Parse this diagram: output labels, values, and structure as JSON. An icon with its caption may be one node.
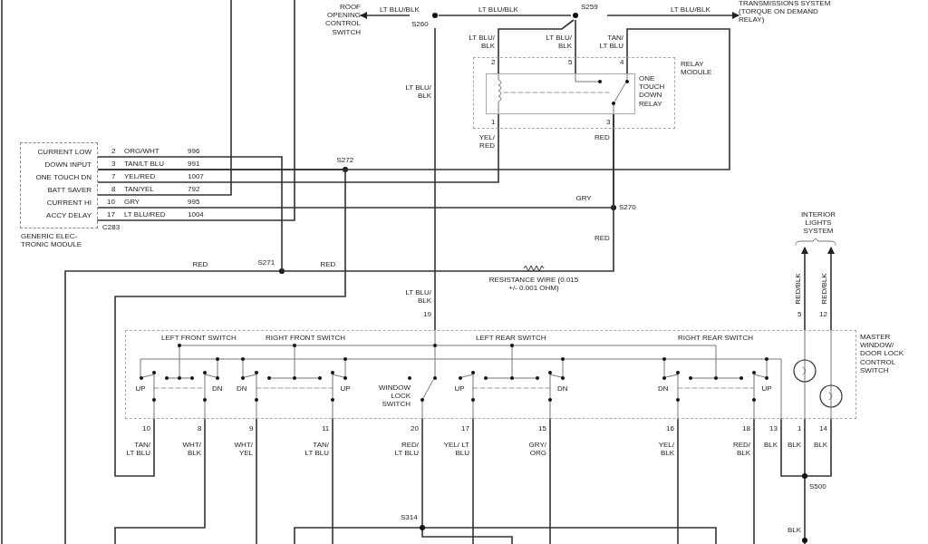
{
  "diagram": {
    "nodes": [
      {
        "text": [
          "CURRENT LOW",
          "DOWN INPUT",
          "ONE TOUCH DN",
          "BATT SAVER",
          "CURRENT HI",
          "ACCY DELAY",
          "GENERIC ELEC- TRONIC MODULE"
        ]
      },
      {
        "text": [
          "ROOF OPENING CONTROL SWITCH"
        ]
      },
      {
        "text": [
          "TRANSMISSIONS SYSTEM (TORQUE ON DEMAND RELAY)"
        ]
      },
      {
        "text": [
          "RELAY MODULE"
        ]
      },
      {
        "text": [
          "ONE TOUCH DOWN RELAY"
        ],
        "in": 3
      },
      {
        "text": [
          "INTERIOR LIGHTS SYSTEM"
        ]
      },
      {
        "text": [
          "LEFT FRONT SWITCH",
          "RIGHT FRONT SWITCH",
          "LEFT REAR SWITCH",
          "RIGHT REAR SWITCH",
          "MASTER WINDOW/ DOOR LOCK CONTROL SWITCH",
          "WINDOW LOCK SWITCH"
        ]
      },
      {
        "text": [
          "S260"
        ]
      },
      {
        "text": [
          "S259"
        ]
      }
    ],
    "edges": [
      {
        "from": 7,
        "to": 1,
        "arrow": "to",
        "label": "LT BLU/BLK"
      },
      {
        "from": 8,
        "to": 2,
        "arrow": "to",
        "label": "LT BLU/BLK"
      },
      {
        "from": 6,
        "to": 5,
        "arrow": "to",
        "label": "RED/BLK"
      },
      {
        "from": 6,
        "to": 5,
        "arrow": "to",
        "label": "RED/BLK"
      },
      {
        "from": 0,
        "to": 4,
        "arrow": "none"
      },
      {
        "from": 0,
        "to": 4,
        "arrow": "none"
      },
      {
        "from": 0,
        "to": 6,
        "arrow": "none"
      },
      {
        "from": 4,
        "to": 0,
        "arrow": "none"
      },
      {
        "from": 0,
        "to": 4,
        "arrow": "none"
      },
      {
        "from": 6,
        "to": 7,
        "arrow": "none"
      },
      {
        "from": 7,
        "to": 8,
        "arrow": "none",
        "label": "LT BLU/BLK"
      },
      {
        "from": 8,
        "to": 4,
        "arrow": "none"
      },
      {
        "from": 8,
        "to": 4,
        "arrow": "none"
      }
    ],
    "labels": [
      "LT BLU/ BLK",
      "LT BLU/ BLK",
      "TAN/ LT BLU",
      "2",
      "5",
      "4",
      "LT BLU/ BLK",
      "1",
      "3",
      "YEL/ RED",
      "RED",
      "2",
      "ORG/WHT",
      "996",
      "3",
      "TAN/LT BLU",
      "991",
      "7",
      "YEL/RED",
      "1007",
      "8",
      "TAN/YEL",
      "792",
      "10",
      "GRY",
      "995",
      "17",
      "LT BLU/RED",
      "1004",
      "S272",
      "C283",
      "GRY",
      "S270",
      "RED",
      "RED",
      "S271",
      "RED",
      "RESISTANCE WIRE (0.015 +/- 0.001 OHM)",
      "LT BLU/ BLK",
      "19",
      "5",
      "12",
      "UP",
      "DN",
      "DN",
      "UP",
      "UP",
      "DN",
      "DN",
      "UP",
      "10",
      "8",
      "9",
      "11",
      "20",
      "17",
      "15",
      "16",
      "18",
      "13",
      "1",
      "14",
      "TAN/ LT BLU",
      "WHT/ BLK",
      "WHT/ YEL",
      "TAN/ LT BLU",
      "RED/ LT BLU",
      "YEL/ LT BLU",
      "GRY/ ORG",
      "YEL/ BLK",
      "RED/ BLK",
      "BLK",
      "BLK",
      "BLK",
      "S500",
      "S314",
      "BLK"
    ]
  }
}
